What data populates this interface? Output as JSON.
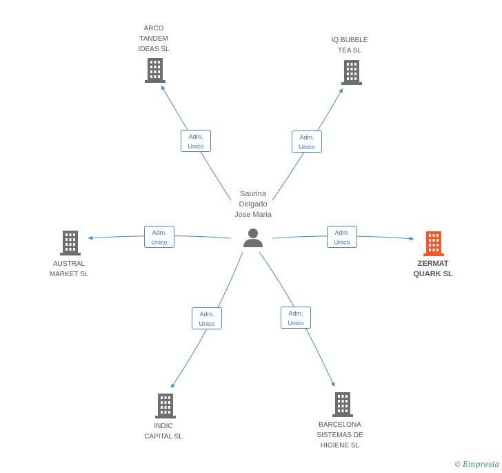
{
  "center": {
    "name": "Saurina\nDelgado\nJose Maria",
    "icon": "person-icon"
  },
  "relation_label": "Adm.\nUnico",
  "companies": [
    {
      "id": "arco",
      "name": "ARCO\nTANDEM\nIDEAS SL",
      "highlighted": false
    },
    {
      "id": "iqbubble",
      "name": "IQ BUBBLE\nTEA SL",
      "highlighted": false
    },
    {
      "id": "austral",
      "name": "AUSTRAL\nMARKET SL",
      "highlighted": false
    },
    {
      "id": "zermat",
      "name": "ZERMAT\nQUARK SL",
      "highlighted": true
    },
    {
      "id": "indic",
      "name": "INDIC\nCAPITAL SL",
      "highlighted": false
    },
    {
      "id": "barcelona",
      "name": "BARCELONA\nSISTEMAS DE\nHIGIENE SL",
      "highlighted": false
    }
  ],
  "colors": {
    "edge": "#4a86c8",
    "building": "#6e6e6e",
    "building_highlight": "#f0592b",
    "person": "#6e6e6e"
  },
  "footer": {
    "copyright": "©",
    "brand": "Empresia"
  }
}
